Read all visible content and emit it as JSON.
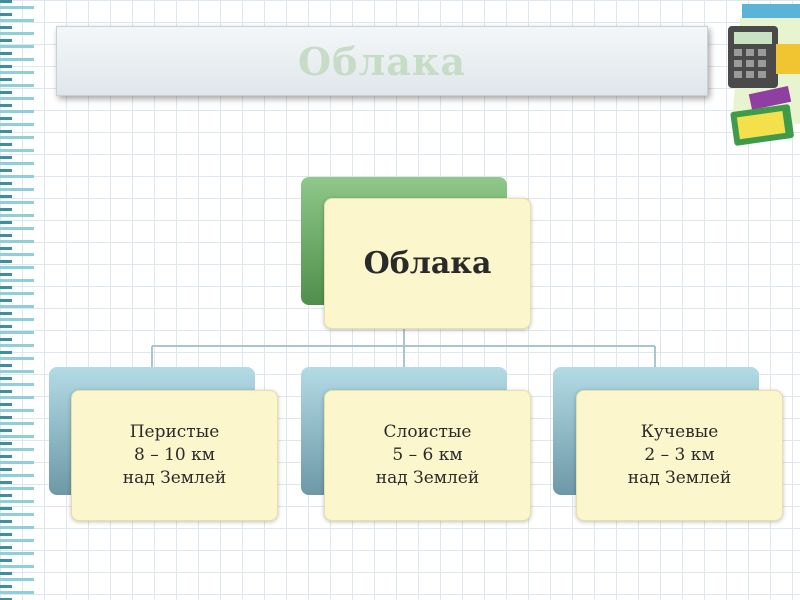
{
  "title": "Облака",
  "root": {
    "label": "Облака"
  },
  "children": [
    {
      "lines": [
        "Перистые",
        "8 – 10 км",
        "над Землей"
      ]
    },
    {
      "lines": [
        "Слоистые",
        "5 – 6 км",
        "над Землей"
      ]
    },
    {
      "lines": [
        "Кучевые",
        "2 – 3 км",
        "над Землей"
      ]
    }
  ],
  "colors": {
    "root_back": "#5f9f5a",
    "child_back": "#8fb9c6",
    "card": "#fbf6cc",
    "title_text": "#c7dcc6"
  },
  "decoration": {
    "icon": "school-supplies-icon"
  }
}
